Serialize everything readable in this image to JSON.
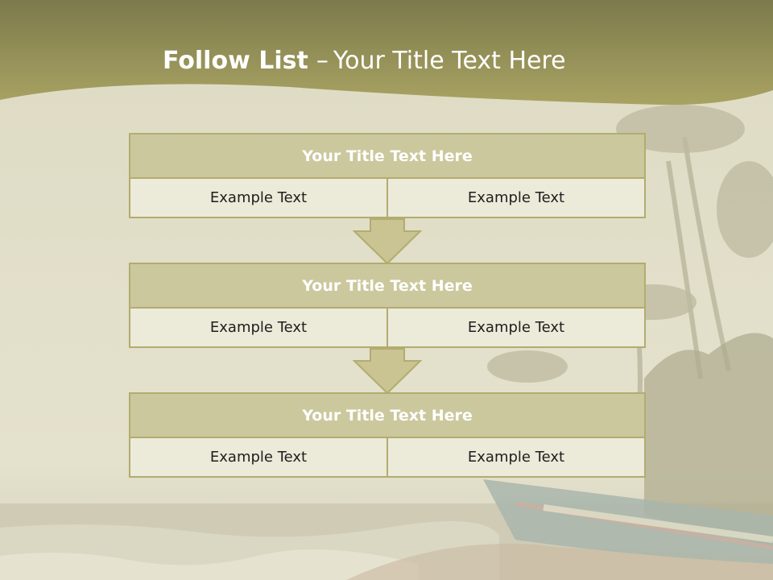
{
  "slide": {
    "title_bold": "Follow List",
    "title_separator": "–",
    "title_rest": "Your Title Text Here"
  },
  "steps": [
    {
      "title": "Your Title Text Here",
      "left": "Example Text",
      "right": "Example Text"
    },
    {
      "title": "Your Title Text Here",
      "left": "Example Text",
      "right": "Example Text"
    },
    {
      "title": "Your Title Text Here",
      "left": "Example Text",
      "right": "Example Text"
    }
  ],
  "colors": {
    "header_band": "#a6a05f",
    "block_title_fill": "#cbc89d",
    "cell_fill": "#ecead9",
    "border": "#b2ac6f",
    "arrow_fill": "#c9c492"
  }
}
